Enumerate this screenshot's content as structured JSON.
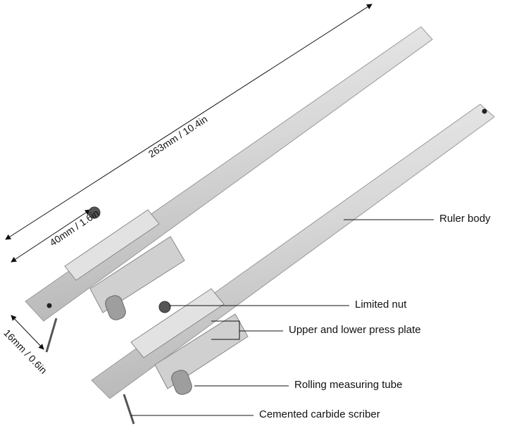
{
  "dimensions": {
    "overall_length": "263mm / 10.4in",
    "slider_length": "40mm / 1.6in",
    "scriber_length": "16mm / 0.6in"
  },
  "callouts": {
    "ruler_body": "Ruler body",
    "limited_nut": "Limited nut",
    "press_plate": "Upper and lower press plate",
    "measuring_tube": "Rolling measuring tube",
    "scriber": "Cemented carbide scriber"
  },
  "colors": {
    "steel_light": "#e6e6e6",
    "steel_dark": "#9a9a9a",
    "line": "#111111"
  }
}
